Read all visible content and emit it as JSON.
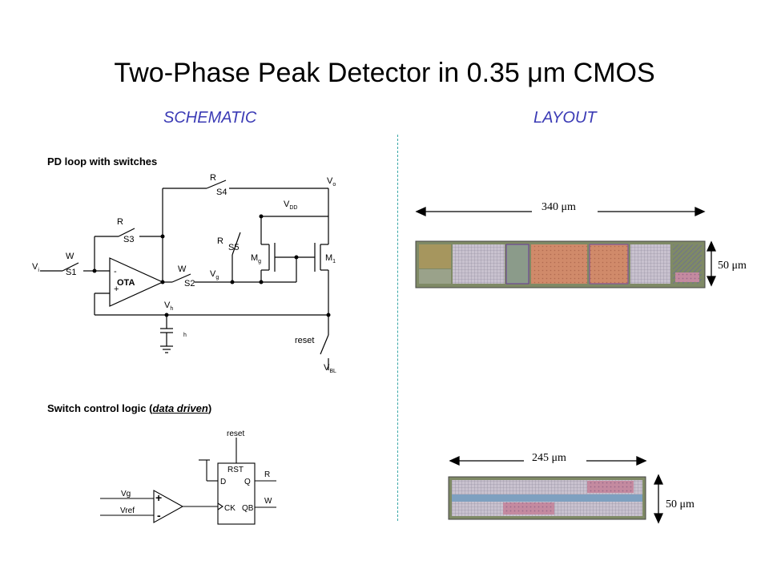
{
  "title": "Two-Phase Peak Detector in 0.35 μm CMOS",
  "subtitles": {
    "left": "SCHEMATIC",
    "right": "LAYOUT"
  },
  "sections": {
    "pd_loop": "PD loop with switches",
    "logic_prefix": "Switch control logic (",
    "logic_em": "data driven",
    "logic_suffix": ")"
  },
  "schematic": {
    "vi": "V",
    "vi_sub": "i",
    "w1": "W",
    "s1": "S1",
    "r3": "R",
    "s3": "S3",
    "r4": "R",
    "s4": "S4",
    "vo": "V",
    "vo_sub": "o",
    "vdd": "V",
    "vdd_sub": "DD",
    "r5": "R",
    "s5": "S5",
    "mg": "M",
    "mg_sub": "g",
    "m1": "M",
    "m1_sub": "1",
    "w2": "W",
    "s2": "S2",
    "vg": "V",
    "vg_sub": "g",
    "ota": "OTA",
    "minus": "-",
    "plus": "+",
    "vh": "V",
    "vh_sub": "h",
    "cap": "h",
    "reset": "reset",
    "vbl": "V",
    "vbl_sub": "BL"
  },
  "logic": {
    "vg": "Vg",
    "vref": "Vref",
    "plus": "+",
    "minus": "-",
    "reset": "reset",
    "rst": "RST",
    "d": "D",
    "q": "Q",
    "ck": "CK",
    "qb": "QB",
    "r": "R",
    "w": "W"
  },
  "layout": {
    "top_width": "340 μm",
    "top_height": "50 μm",
    "bottom_width": "245 μm",
    "bottom_height": "50 μm"
  },
  "colors": {
    "subtitle": "#3b3bb5",
    "divider": "#3aa8a8"
  }
}
